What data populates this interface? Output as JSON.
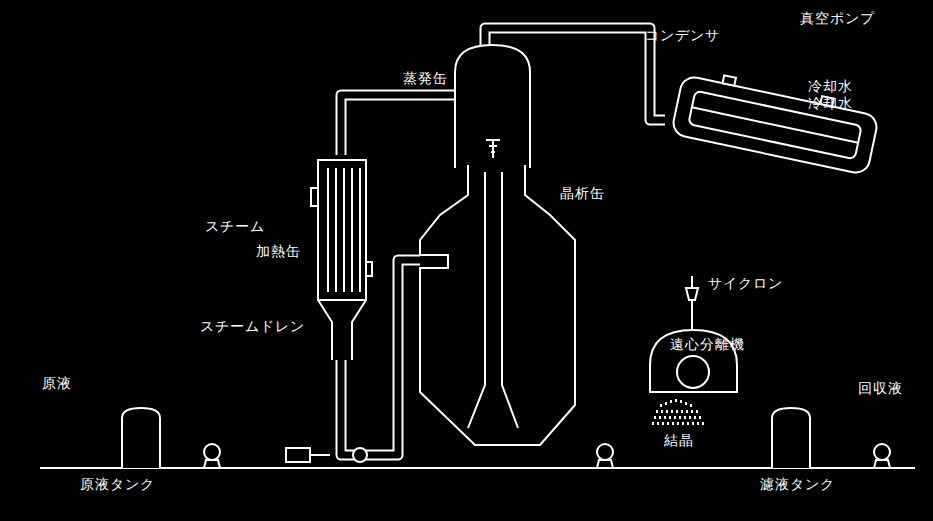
{
  "diagram": {
    "nodes": [
      {
        "text": [
          "蒸発缶"
        ]
      },
      {
        "text": [
          "晶析缶"
        ]
      },
      {
        "text": [
          "加熱缶"
        ]
      },
      {
        "text": [
          "コンデンサ"
        ]
      },
      {
        "text": [
          "原液タンク"
        ]
      },
      {
        "text": [
          "濾液タンク"
        ]
      },
      {
        "text": [
          "遠心分離機"
        ]
      },
      {
        "text": [
          "サイクロン"
        ]
      }
    ],
    "edges": [
      {
        "from": 0,
        "to": 3,
        "arrow": "none"
      },
      {
        "from": 2,
        "to": 0,
        "arrow": "none"
      },
      {
        "from": 1,
        "to": 2,
        "arrow": "none"
      }
    ],
    "labels": [
      "真空ポンプ",
      "冷却水",
      "冷却水",
      "スチーム",
      "スチームドレン",
      "原液",
      "結晶",
      "回収液"
    ]
  }
}
